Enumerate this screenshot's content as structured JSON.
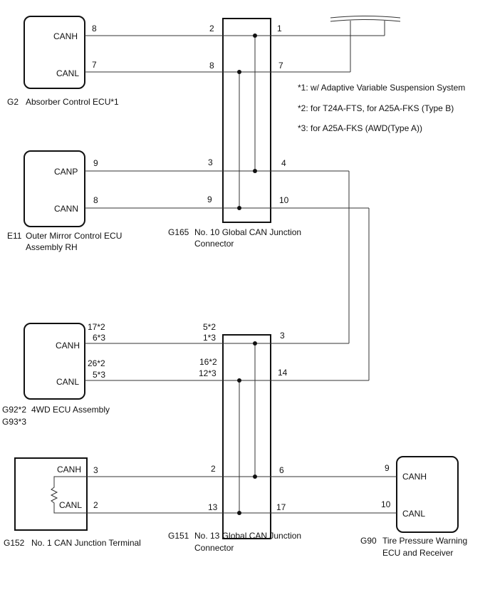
{
  "notes": {
    "n1": "*1: w/ Adaptive Variable Suspension System",
    "n2": "*2: for T24A-FTS, for A25A-FKS (Type B)",
    "n3": "*3: for A25A-FKS (AWD(Type A))"
  },
  "absorber": {
    "code": "G2",
    "name": "Absorber Control ECU*1",
    "pin_h_label": "CANH",
    "pin_l_label": "CANL",
    "pin_h_num": "8",
    "pin_l_num": "7"
  },
  "mirror": {
    "code": "E11",
    "name_line1": "Outer Mirror Control ECU",
    "name_line2": "Assembly RH",
    "pin_p_label": "CANP",
    "pin_n_label": "CANN",
    "pin_p_num": "9",
    "pin_n_num": "8"
  },
  "jc10": {
    "code": "G165",
    "name_line1": "No. 10 Global CAN Junction",
    "name_line2": "Connector",
    "pin_2": "2",
    "pin_1": "1",
    "pin_8": "8",
    "pin_7": "7",
    "pin_3": "3",
    "pin_4": "4",
    "pin_9": "9",
    "pin_10": "10"
  },
  "ecu4wd": {
    "code_a": "G92*2",
    "code_b": "G93*3",
    "name": "4WD ECU Assembly",
    "pin_h_label": "CANH",
    "pin_l_label": "CANL",
    "pin_h_a": "17*2",
    "pin_h_b": "6*3",
    "pin_l_a": "26*2",
    "pin_l_b": "5*3"
  },
  "jc13": {
    "code": "G151",
    "name_line1": "No. 13 Global CAN Junction",
    "name_line2": "Connector",
    "pin_top_a": "5*2",
    "pin_top_b": "1*3",
    "pin_3": "3",
    "pin_mid_a": "16*2",
    "pin_mid_b": "12*3",
    "pin_14": "14",
    "pin_2": "2",
    "pin_6": "6",
    "pin_13": "13",
    "pin_17": "17"
  },
  "terminal": {
    "code": "G152",
    "name": "No. 1 CAN Junction Terminal",
    "pin_h_label": "CANH",
    "pin_l_label": "CANL",
    "pin_h_num": "3",
    "pin_l_num": "2"
  },
  "tpms": {
    "code": "G90",
    "name_line1": "Tire Pressure Warning",
    "name_line2": "ECU and Receiver",
    "pin_h_label": "CANH",
    "pin_l_label": "CANL",
    "pin_h_num": "9",
    "pin_l_num": "10"
  }
}
